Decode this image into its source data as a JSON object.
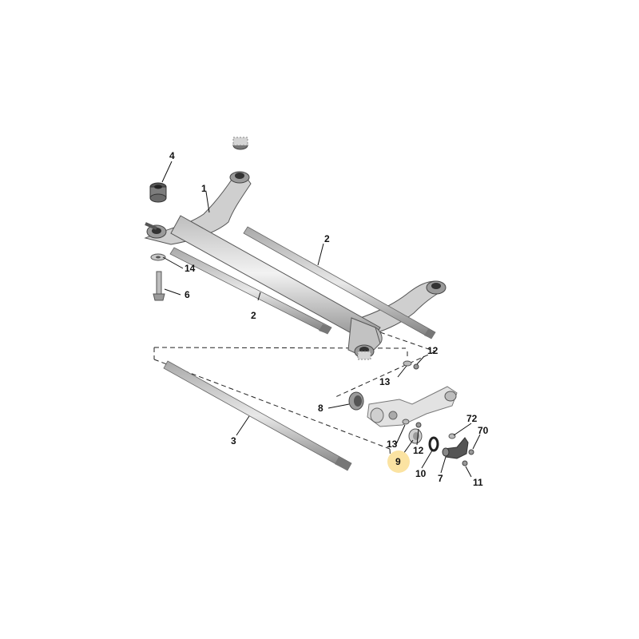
{
  "diagram": {
    "colors": {
      "part_fill": "#d9d9d9",
      "part_shade": "#9a9a9a",
      "part_dark": "#555555",
      "outline": "#333333",
      "highlight": "#fbe3a2",
      "line": "#111111"
    },
    "callouts": [
      {
        "id": "c1",
        "label": "1"
      },
      {
        "id": "c2a",
        "label": "2"
      },
      {
        "id": "c2b",
        "label": "2"
      },
      {
        "id": "c3",
        "label": "3"
      },
      {
        "id": "c4",
        "label": "4"
      },
      {
        "id": "c6",
        "label": "6"
      },
      {
        "id": "c7",
        "label": "7"
      },
      {
        "id": "c8",
        "label": "8"
      },
      {
        "id": "c9",
        "label": "9",
        "highlighted": true
      },
      {
        "id": "c10",
        "label": "10"
      },
      {
        "id": "c11",
        "label": "11"
      },
      {
        "id": "c12a",
        "label": "12"
      },
      {
        "id": "c12b",
        "label": "12"
      },
      {
        "id": "c13a",
        "label": "13"
      },
      {
        "id": "c13b",
        "label": "13"
      },
      {
        "id": "c14",
        "label": "14"
      },
      {
        "id": "c70",
        "label": "70"
      },
      {
        "id": "c72",
        "label": "72"
      }
    ]
  }
}
